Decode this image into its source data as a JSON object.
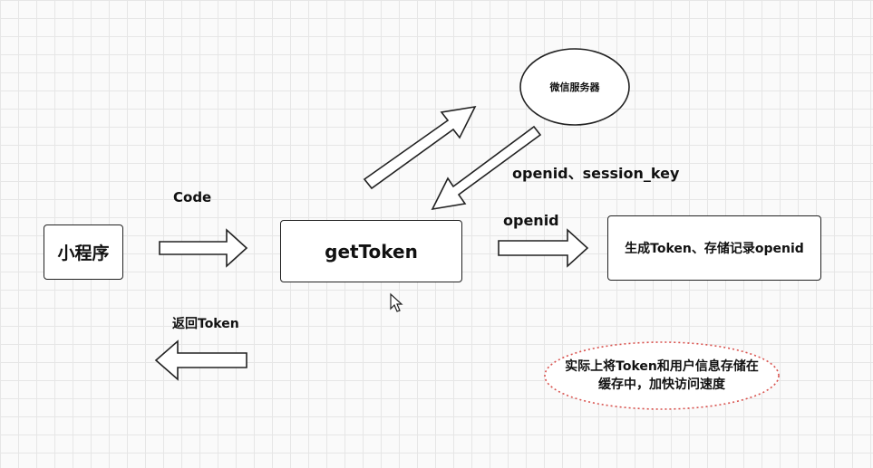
{
  "nodes": {
    "miniprogram": "小程序",
    "get_token": "getToken",
    "wechat_server": "微信服务器",
    "generate_token": "生成Token、存储记录openid"
  },
  "edges": {
    "code": "Code",
    "openid_session": "openid、session_key",
    "openid": "openid",
    "return_token": "返回Token"
  },
  "note": {
    "line1": "实际上将Token和用户信息存储在",
    "line2": "缓存中，加快访问速度",
    "border_color": "#d9534f"
  }
}
